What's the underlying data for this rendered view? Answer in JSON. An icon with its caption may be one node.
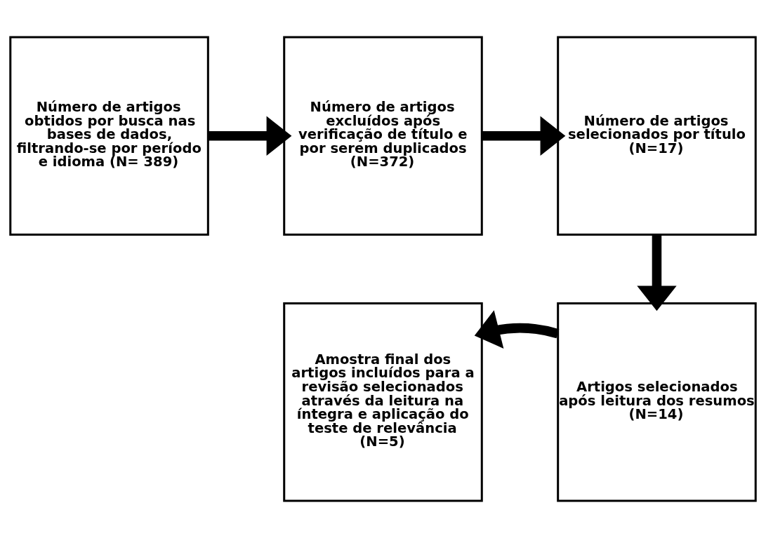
{
  "diagram": {
    "nodes": [
      {
        "text": [
          "Número de artigos obtidos por busca nas bases de dados, filtrando-se por período e idioma (N= 389)"
        ]
      },
      {
        "text": [
          "Número de artigos excluídos após verificação de título e por serem duplicados (N=372)"
        ]
      },
      {
        "text": [
          "Número de artigos selecionados por título (N=17)"
        ]
      },
      {
        "text": [
          "Artigos selecionados após leitura dos resumos (N=14)"
        ]
      },
      {
        "text": [
          "Amostra final dos artigos incluídos para a revisão selecionados através da leitura na íntegra e aplicação do teste de relevância (N=5)"
        ]
      }
    ],
    "edges": [
      {
        "from": 0,
        "to": 1,
        "arrow": "to"
      },
      {
        "from": 1,
        "to": 2,
        "arrow": "to"
      },
      {
        "from": 2,
        "to": 3,
        "arrow": "to"
      },
      {
        "from": 3,
        "to": 4,
        "arrow": "to"
      }
    ]
  }
}
